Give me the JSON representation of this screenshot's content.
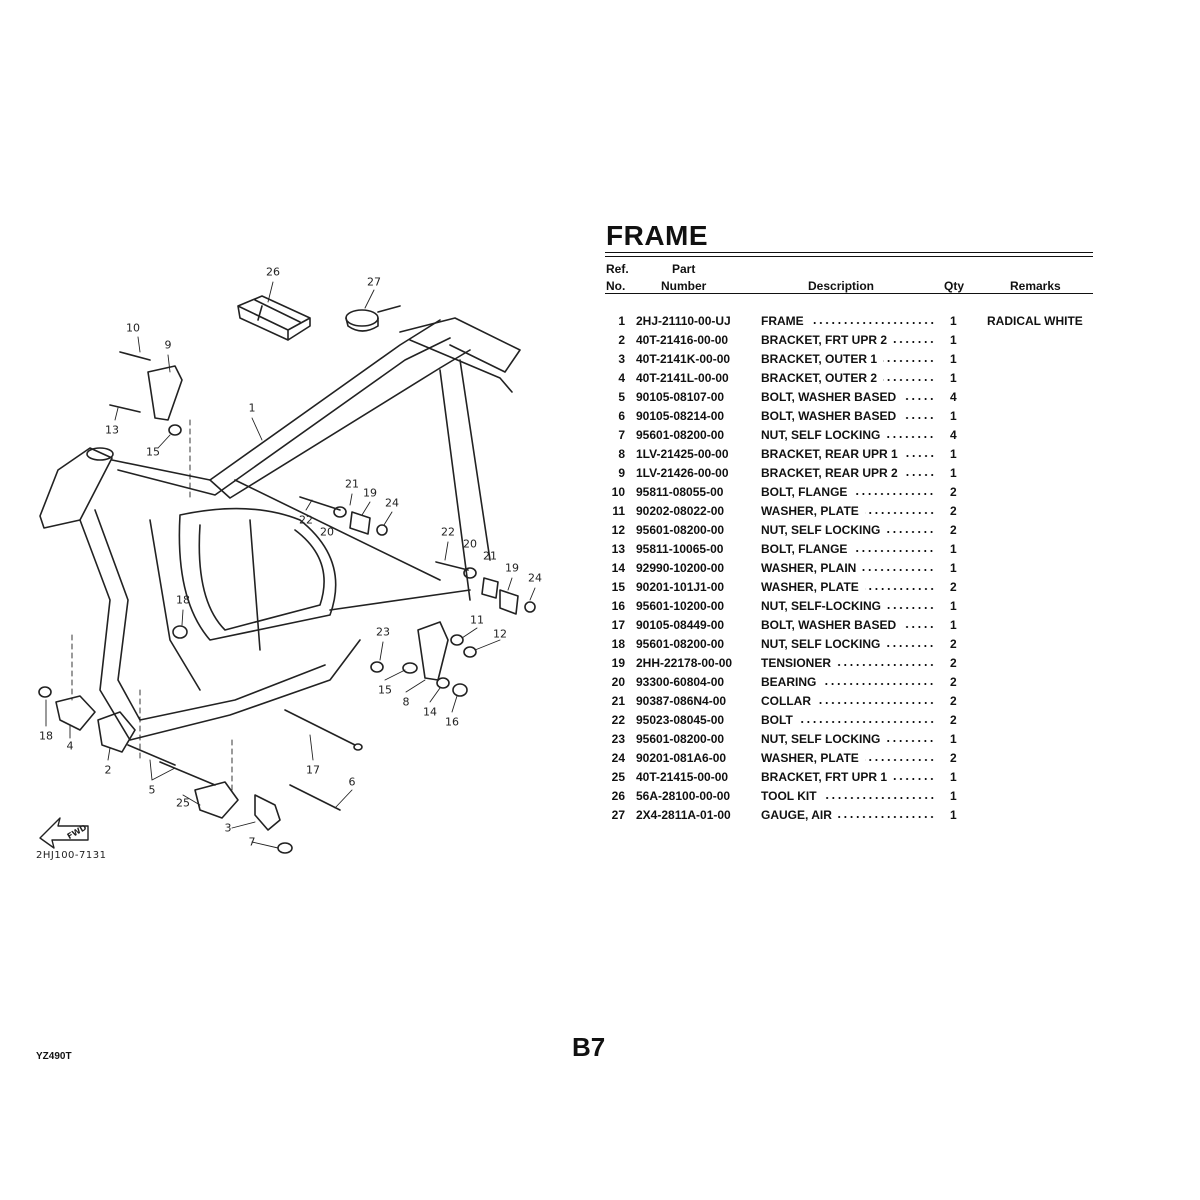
{
  "title": "FRAME",
  "headers": {
    "ref_1": "Ref.",
    "ref_2": "No.",
    "part_1": "Part",
    "part_2": "Number",
    "description": "Description",
    "qty": "Qty",
    "remarks": "Remarks"
  },
  "parts": [
    {
      "ref": "1",
      "part": "2HJ-21110-00-UJ",
      "desc": "FRAME",
      "qty": "1",
      "remarks": "RADICAL WHITE"
    },
    {
      "ref": "2",
      "part": "40T-21416-00-00",
      "desc": "BRACKET, FRT UPR 2",
      "qty": "1",
      "remarks": ""
    },
    {
      "ref": "3",
      "part": "40T-2141K-00-00",
      "desc": "BRACKET, OUTER 1",
      "qty": "1",
      "remarks": ""
    },
    {
      "ref": "4",
      "part": "40T-2141L-00-00",
      "desc": "BRACKET, OUTER 2",
      "qty": "1",
      "remarks": ""
    },
    {
      "ref": "5",
      "part": "90105-08107-00",
      "desc": "BOLT, WASHER BASED",
      "qty": "4",
      "remarks": ""
    },
    {
      "ref": "6",
      "part": "90105-08214-00",
      "desc": "BOLT, WASHER BASED",
      "qty": "1",
      "remarks": ""
    },
    {
      "ref": "7",
      "part": "95601-08200-00",
      "desc": "NUT, SELF LOCKING",
      "qty": "4",
      "remarks": ""
    },
    {
      "ref": "8",
      "part": "1LV-21425-00-00",
      "desc": "BRACKET, REAR UPR 1",
      "qty": "1",
      "remarks": ""
    },
    {
      "ref": "9",
      "part": "1LV-21426-00-00",
      "desc": "BRACKET, REAR UPR 2",
      "qty": "1",
      "remarks": ""
    },
    {
      "ref": "10",
      "part": "95811-08055-00",
      "desc": "BOLT, FLANGE",
      "qty": "2",
      "remarks": ""
    },
    {
      "ref": "11",
      "part": "90202-08022-00",
      "desc": "WASHER, PLATE",
      "qty": "2",
      "remarks": ""
    },
    {
      "ref": "12",
      "part": "95601-08200-00",
      "desc": "NUT, SELF LOCKING",
      "qty": "2",
      "remarks": ""
    },
    {
      "ref": "13",
      "part": "95811-10065-00",
      "desc": "BOLT, FLANGE",
      "qty": "1",
      "remarks": ""
    },
    {
      "ref": "14",
      "part": "92990-10200-00",
      "desc": "WASHER, PLAIN",
      "qty": "1",
      "remarks": ""
    },
    {
      "ref": "15",
      "part": "90201-101J1-00",
      "desc": "WASHER, PLATE",
      "qty": "2",
      "remarks": ""
    },
    {
      "ref": "16",
      "part": "95601-10200-00",
      "desc": "NUT, SELF-LOCKING",
      "qty": "1",
      "remarks": ""
    },
    {
      "ref": "17",
      "part": "90105-08449-00",
      "desc": "BOLT, WASHER BASED",
      "qty": "1",
      "remarks": ""
    },
    {
      "ref": "18",
      "part": "95601-08200-00",
      "desc": "NUT, SELF LOCKING",
      "qty": "2",
      "remarks": ""
    },
    {
      "ref": "19",
      "part": "2HH-22178-00-00",
      "desc": "TENSIONER",
      "qty": "2",
      "remarks": ""
    },
    {
      "ref": "20",
      "part": "93300-60804-00",
      "desc": "BEARING",
      "qty": "2",
      "remarks": ""
    },
    {
      "ref": "21",
      "part": "90387-086N4-00",
      "desc": "COLLAR",
      "qty": "2",
      "remarks": ""
    },
    {
      "ref": "22",
      "part": "95023-08045-00",
      "desc": "BOLT",
      "qty": "2",
      "remarks": ""
    },
    {
      "ref": "23",
      "part": "95601-08200-00",
      "desc": "NUT, SELF LOCKING",
      "qty": "1",
      "remarks": ""
    },
    {
      "ref": "24",
      "part": "90201-081A6-00",
      "desc": "WASHER, PLATE",
      "qty": "2",
      "remarks": ""
    },
    {
      "ref": "25",
      "part": "40T-21415-00-00",
      "desc": "BRACKET, FRT UPR 1",
      "qty": "1",
      "remarks": ""
    },
    {
      "ref": "26",
      "part": "56A-28100-00-00",
      "desc": "TOOL KIT",
      "qty": "1",
      "remarks": ""
    },
    {
      "ref": "27",
      "part": "2X4-2811A-01-00",
      "desc": "GAUGE, AIR",
      "qty": "1",
      "remarks": ""
    }
  ],
  "diagram": {
    "code": "2HJ100-7131",
    "fwd_label": "FWD",
    "callouts": [
      "26",
      "27",
      "10",
      "9",
      "1",
      "13",
      "15",
      "21",
      "19",
      "24",
      "22",
      "20",
      "22",
      "20",
      "21",
      "19",
      "24",
      "18",
      "11",
      "12",
      "23",
      "15",
      "8",
      "14",
      "16",
      "18",
      "4",
      "2",
      "5",
      "25",
      "17",
      "6",
      "3",
      "7"
    ]
  },
  "footer": {
    "model": "YZ490T",
    "page": "B7"
  }
}
